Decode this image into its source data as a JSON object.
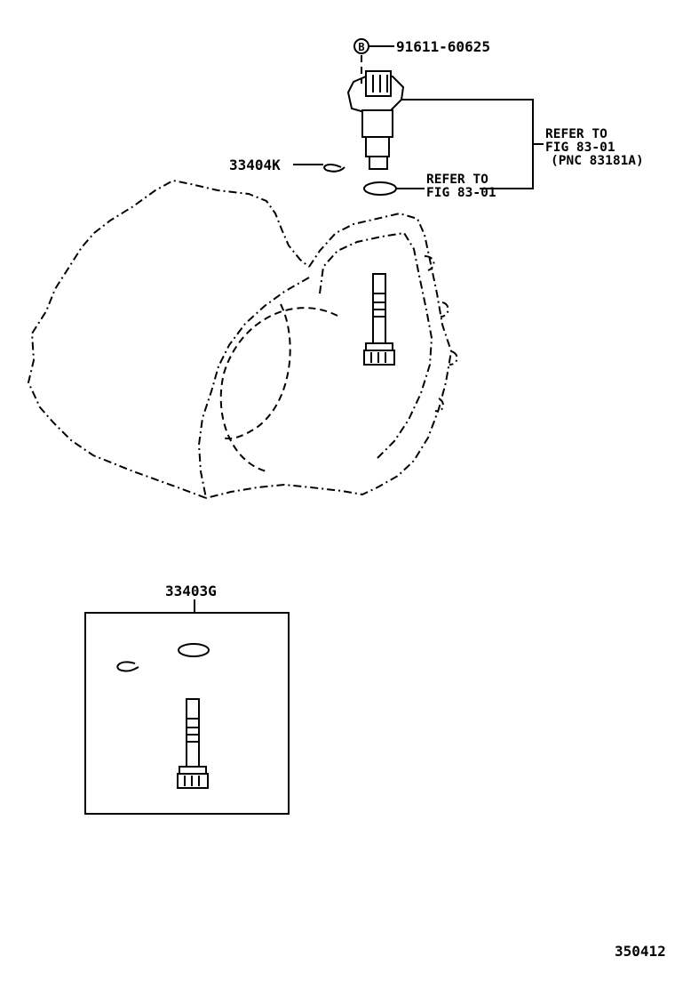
{
  "callouts": {
    "bolt_badge": "B",
    "bolt_part": "91611-60625",
    "clip_part": "33404K",
    "kit_part": "33403G",
    "sensor_ref_line1": "REFER TO",
    "sensor_ref_line2": "FIG 83-01",
    "sensor_ref_line3": "(PNC 83181A)",
    "oring_ref_line1": "REFER TO",
    "oring_ref_line2": "FIG 83-01"
  },
  "figure_number": "350412"
}
